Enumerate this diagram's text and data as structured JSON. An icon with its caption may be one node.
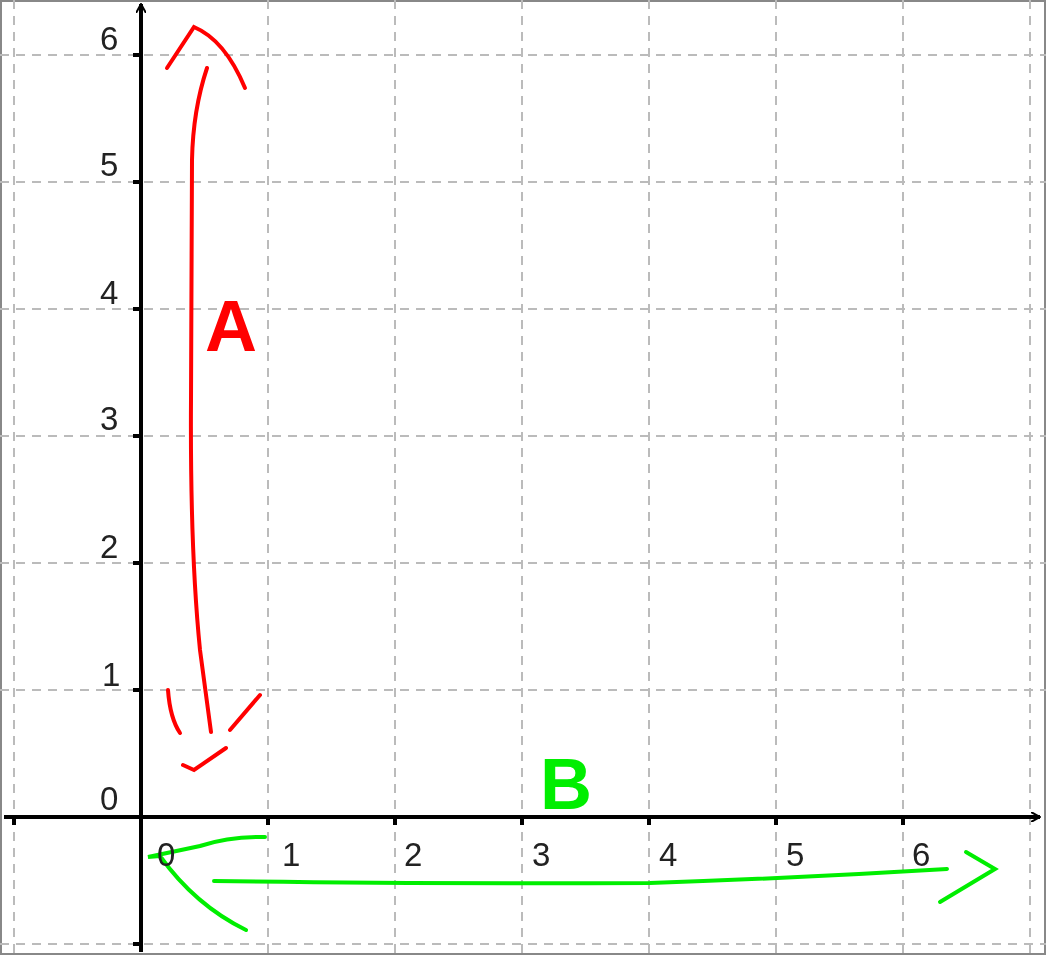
{
  "diagram": {
    "labels": [
      "6",
      "5",
      "4",
      "A",
      "3",
      "2",
      "1",
      "B",
      "0",
      "0",
      "1",
      "2",
      "3",
      "4",
      "5",
      "6"
    ]
  }
}
